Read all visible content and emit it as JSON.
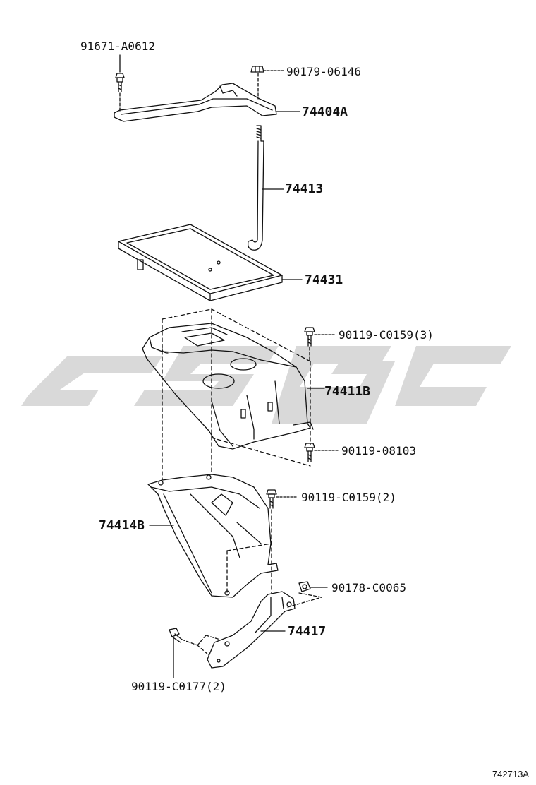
{
  "labels": {
    "p91671": "91671-A0612",
    "p90179": "90179-06146",
    "p74404A": "74404A",
    "p74413": "74413",
    "p74431": "74431",
    "p90119_c0159_3": "90119-C0159(3)",
    "p74411B": "74411B",
    "p90119_08103": "90119-08103",
    "p90119_c0159_2": "90119-C0159(2)",
    "p74414B": "74414B",
    "p90178": "90178-C0065",
    "p74417": "74417",
    "p90119_c0177": "90119-C0177(2)"
  },
  "figure_number": "742713A",
  "colors": {
    "line": "#111111",
    "watermark": "#d9d9d9"
  }
}
